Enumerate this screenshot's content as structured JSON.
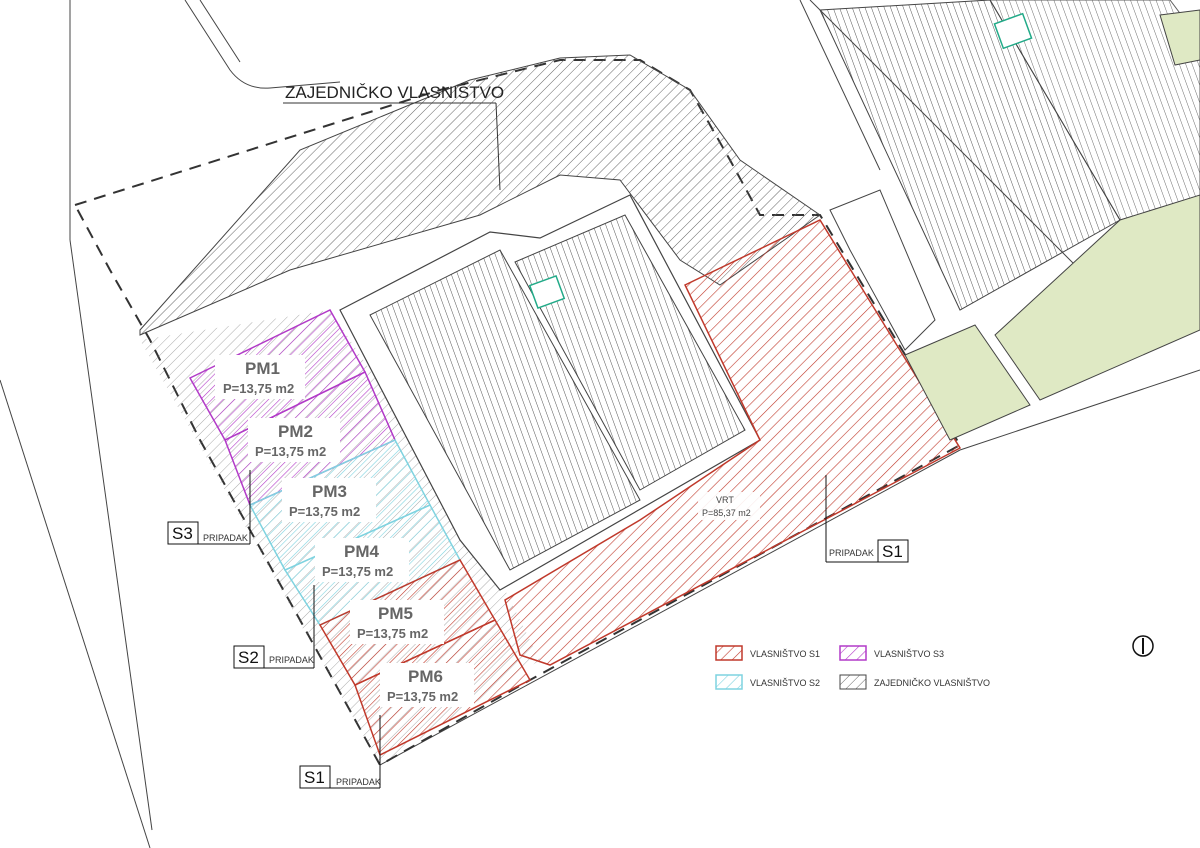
{
  "title": "ZAJEDNIČKO VLASNIŠTVO",
  "colors": {
    "s1": "#c0392b",
    "s2": "#7fd3e0",
    "s3": "#b23ac8",
    "common": "#555555",
    "green": "#dfe9c4"
  },
  "parking": [
    {
      "label": "PM1",
      "area": "P=13,75 m2",
      "owner": "s3"
    },
    {
      "label": "PM2",
      "area": "P=13,75 m2",
      "owner": "s3"
    },
    {
      "label": "PM3",
      "area": "P=13,75 m2",
      "owner": "s2"
    },
    {
      "label": "PM4",
      "area": "P=13,75 m2",
      "owner": "s2"
    },
    {
      "label": "PM5",
      "area": "P=13,75 m2",
      "owner": "s1"
    },
    {
      "label": "PM6",
      "area": "P=13,75 m2",
      "owner": "s1"
    }
  ],
  "garden": {
    "label": "VRT",
    "area": "P=85,37 m2"
  },
  "tags": [
    {
      "code": "S3",
      "text": "PRIPADAK"
    },
    {
      "code": "S2",
      "text": "PRIPADAK"
    },
    {
      "code": "S1",
      "text": "PRIPADAK"
    },
    {
      "code": "S1",
      "text": "PRIPADAK"
    }
  ],
  "legend": [
    {
      "text": "VLASNIŠTVO S1",
      "owner": "s1"
    },
    {
      "text": "VLASNIŠTVO S3",
      "owner": "s3"
    },
    {
      "text": "VLASNIŠTVO S2",
      "owner": "s2"
    },
    {
      "text": "ZAJEDNIČKO VLASNIŠTVO",
      "owner": "common"
    }
  ],
  "north_icon": "north-arrow-icon"
}
